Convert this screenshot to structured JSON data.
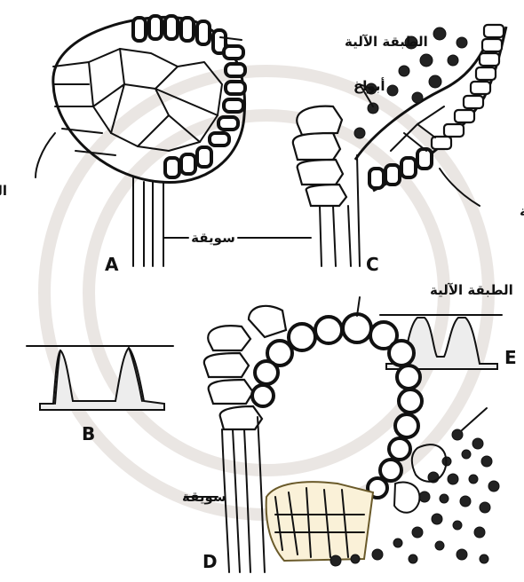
{
  "labels": {
    "mechanical_layer": "الطبقة الآلية",
    "spores": "أبواغ",
    "lip_cells": "الخلايا الشفوية",
    "stalk": "سويقة"
  },
  "panels": {
    "A": "A",
    "B": "B",
    "C": "C",
    "D": "D",
    "E": "E"
  }
}
